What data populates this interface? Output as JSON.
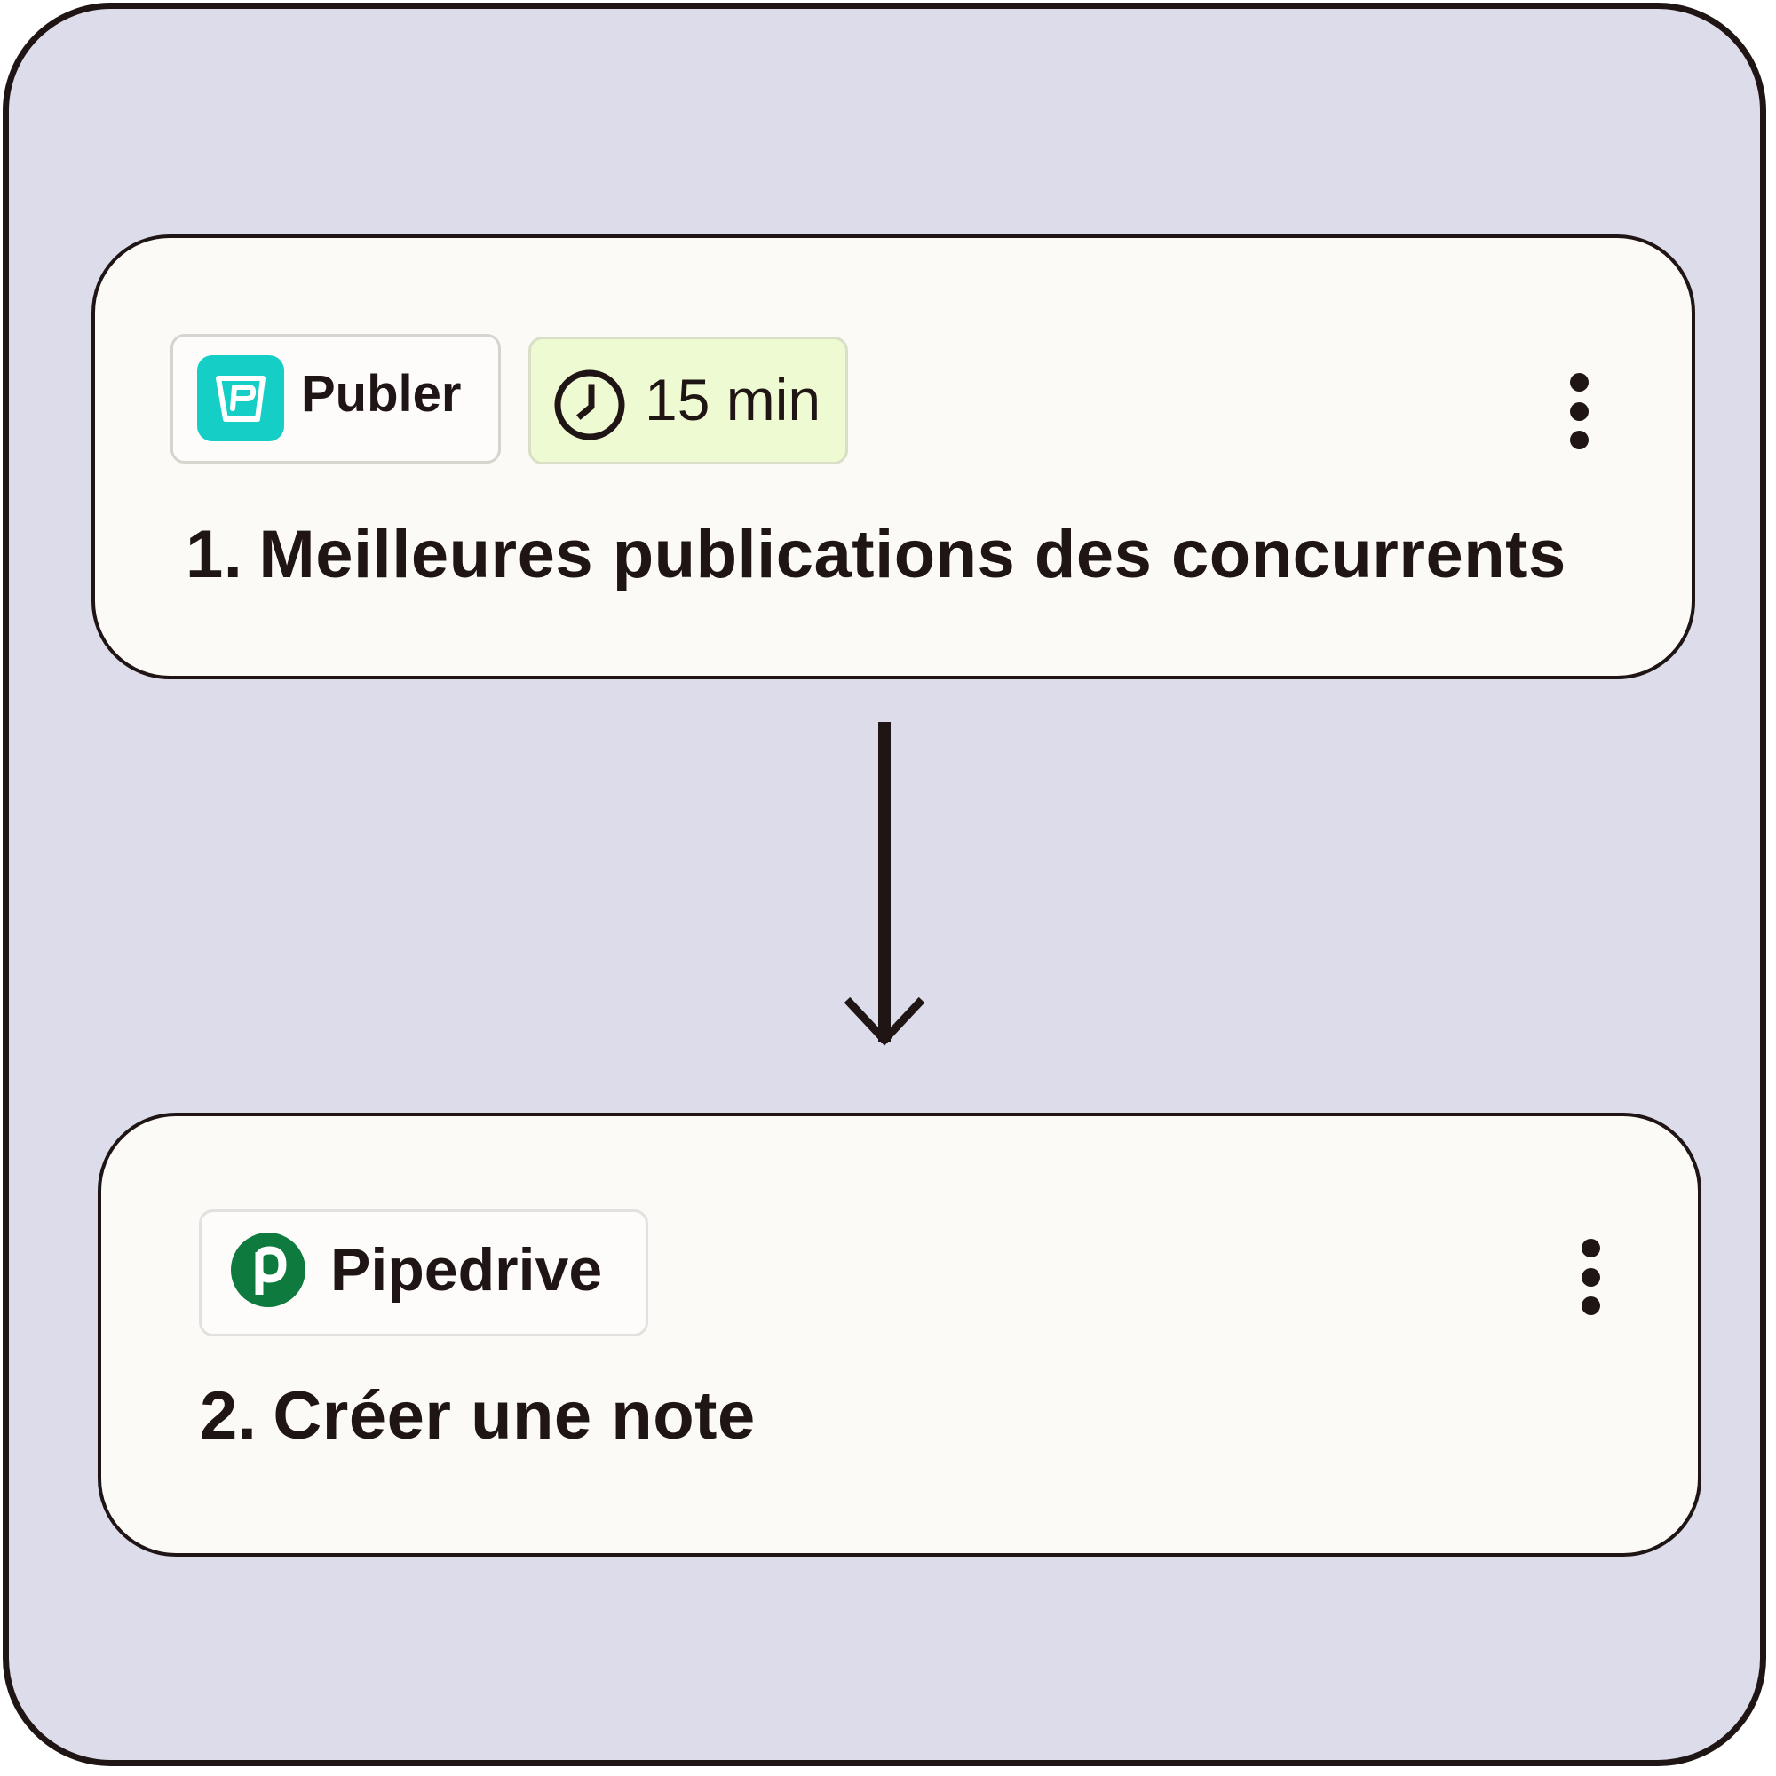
{
  "steps": [
    {
      "app_name": "Publer",
      "app_icon": "publer-logo-icon",
      "badge_time": "15 min",
      "number": "1.",
      "title": "Meilleures publications des concurrents"
    },
    {
      "app_name": "Pipedrive",
      "app_icon": "pipedrive-logo-icon",
      "number": "2.",
      "title": "Créer une note"
    }
  ],
  "colors": {
    "background": "#dcdcea",
    "card": "#fbfaf6",
    "ink": "#201515",
    "publer_brand": "#15cfc6",
    "pipedrive_brand": "#0e7a3d",
    "time_badge": "#eefad2"
  },
  "icons": {
    "clock": "clock-icon",
    "menu": "more-vertical-icon",
    "connector": "arrow-down-icon"
  }
}
